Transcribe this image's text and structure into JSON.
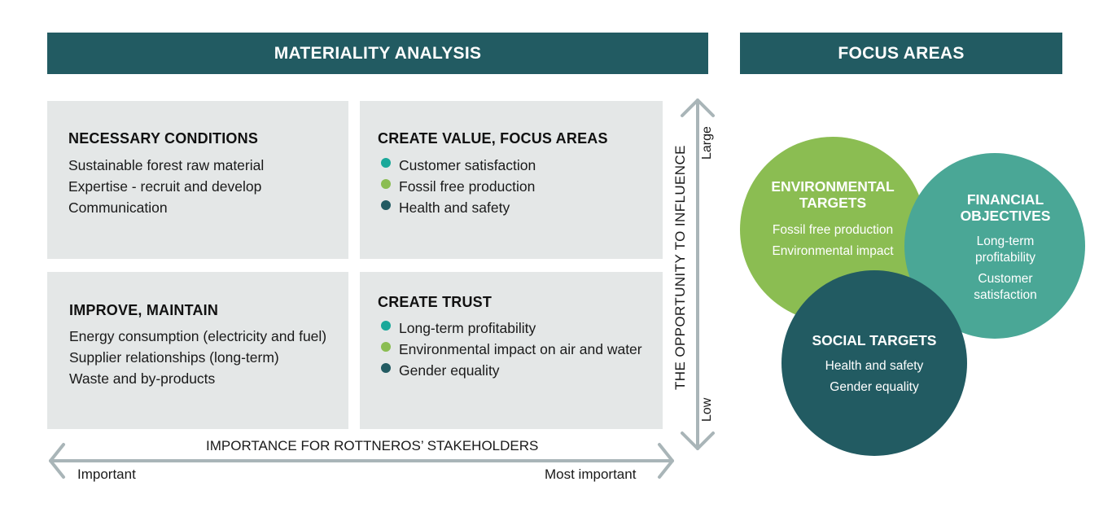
{
  "materiality": {
    "title": "MATERIALITY ANALYSIS",
    "quadrants": {
      "top_left": {
        "title": "NECESSARY CONDITIONS",
        "items": [
          {
            "label": "Sustainable forest raw material"
          },
          {
            "label": "Expertise - recruit and develop"
          },
          {
            "label": "Communication"
          }
        ]
      },
      "top_right": {
        "title": "CREATE VALUE, FOCUS AREAS",
        "items": [
          {
            "label": "Customer satisfaction",
            "dot": "#1aa89a"
          },
          {
            "label": "Fossil free production",
            "dot": "#8bbd52"
          },
          {
            "label": "Health and safety",
            "dot": "#225b62"
          }
        ]
      },
      "bottom_left": {
        "title": "IMPROVE, MAINTAIN",
        "items": [
          {
            "label": "Energy consumption (electricity and fuel)"
          },
          {
            "label": "Supplier relationships (long-term)"
          },
          {
            "label": "Waste and by-products"
          }
        ]
      },
      "bottom_right": {
        "title": "CREATE TRUST",
        "items": [
          {
            "label": "Long-term profitability",
            "dot": "#1aa89a"
          },
          {
            "label": "Environmental impact on air and water",
            "dot": "#8bbd52"
          },
          {
            "label": "Gender equality",
            "dot": "#225b62"
          }
        ]
      }
    },
    "x_axis": {
      "title": "IMPORTANCE FOR ROTTNEROS’ STAKEHOLDERS",
      "low": "Important",
      "high": "Most important"
    },
    "y_axis": {
      "title": "THE OPPORTUNITY TO INFLUENCE",
      "high": "Large",
      "low": "Low"
    }
  },
  "focus": {
    "title": "FOCUS AREAS",
    "environmental": {
      "title_line1": "ENVIRONMENTAL",
      "title_line2": "TARGETS",
      "items": [
        "Fossil free production",
        "Environmental impact"
      ],
      "color": "#8bbd52"
    },
    "financial": {
      "title_line1": "FINANCIAL",
      "title_line2": "OBJECTIVES",
      "items": [
        "Long-term",
        "profitability",
        "Customer",
        "satisfaction"
      ],
      "color": "#4aa796"
    },
    "social": {
      "title_line1": "SOCIAL TARGETS",
      "items": [
        "Health and safety",
        "Gender equality"
      ],
      "color": "#225b62"
    }
  },
  "colors": {
    "banner": "#225b62",
    "quadrant_bg": "#e4e7e7",
    "axis": "#a9b5b8"
  }
}
